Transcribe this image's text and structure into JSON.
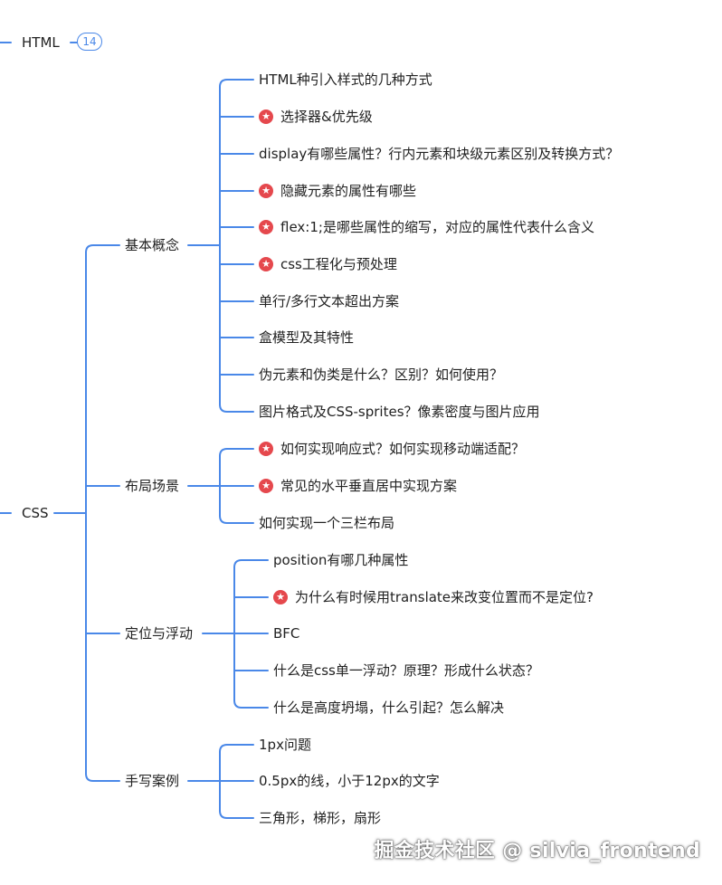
{
  "root_nodes": {
    "html": {
      "label": "HTML",
      "collapsed_count": "14"
    },
    "css": {
      "label": "CSS"
    }
  },
  "groups": [
    {
      "label": "基本概念",
      "items": [
        {
          "text": "HTML种引入样式的几种方式",
          "starred": false
        },
        {
          "text": "选择器&优先级",
          "starred": true
        },
        {
          "text": "display有哪些属性？行内元素和块级元素区别及转换方式？",
          "starred": false
        },
        {
          "text": "隐藏元素的属性有哪些",
          "starred": true
        },
        {
          "text": "flex:1;是哪些属性的缩写，对应的属性代表什么含义",
          "starred": true
        },
        {
          "text": "css工程化与预处理",
          "starred": true
        },
        {
          "text": "单行/多行文本超出方案",
          "starred": false
        },
        {
          "text": "盒模型及其特性",
          "starred": false
        },
        {
          "text": "伪元素和伪类是什么？区别？如何使用？",
          "starred": false
        },
        {
          "text": "图片格式及CSS-sprites？像素密度与图片应用",
          "starred": false
        }
      ]
    },
    {
      "label": "布局场景",
      "items": [
        {
          "text": "如何实现响应式？如何实现移动端适配？",
          "starred": true
        },
        {
          "text": "常见的水平垂直居中实现方案",
          "starred": true
        },
        {
          "text": "如何实现一个三栏布局",
          "starred": false
        }
      ]
    },
    {
      "label": "定位与浮动",
      "items": [
        {
          "text": "position有哪几种属性",
          "starred": false
        },
        {
          "text": "为什么有时候用translate来改变位置而不是定位?",
          "starred": true
        },
        {
          "text": "BFC",
          "starred": false
        },
        {
          "text": "什么是css单一浮动？原理？形成什么状态？",
          "starred": false
        },
        {
          "text": "什么是高度坍塌，什么引起？怎么解决",
          "starred": false
        }
      ]
    },
    {
      "label": "手写案例",
      "items": [
        {
          "text": "1px问题",
          "starred": false
        },
        {
          "text": "0.5px的线，小于12px的文字",
          "starred": false
        },
        {
          "text": "三角形，梯形，扇形",
          "starred": false
        }
      ]
    }
  ],
  "watermark": "掘金技术社区 @ silvia_frontend",
  "colors": {
    "line": "#4a88e8",
    "star": "#e5484d",
    "text": "#222222",
    "background": "#ffffff"
  },
  "icons": {
    "star": "star-icon"
  }
}
